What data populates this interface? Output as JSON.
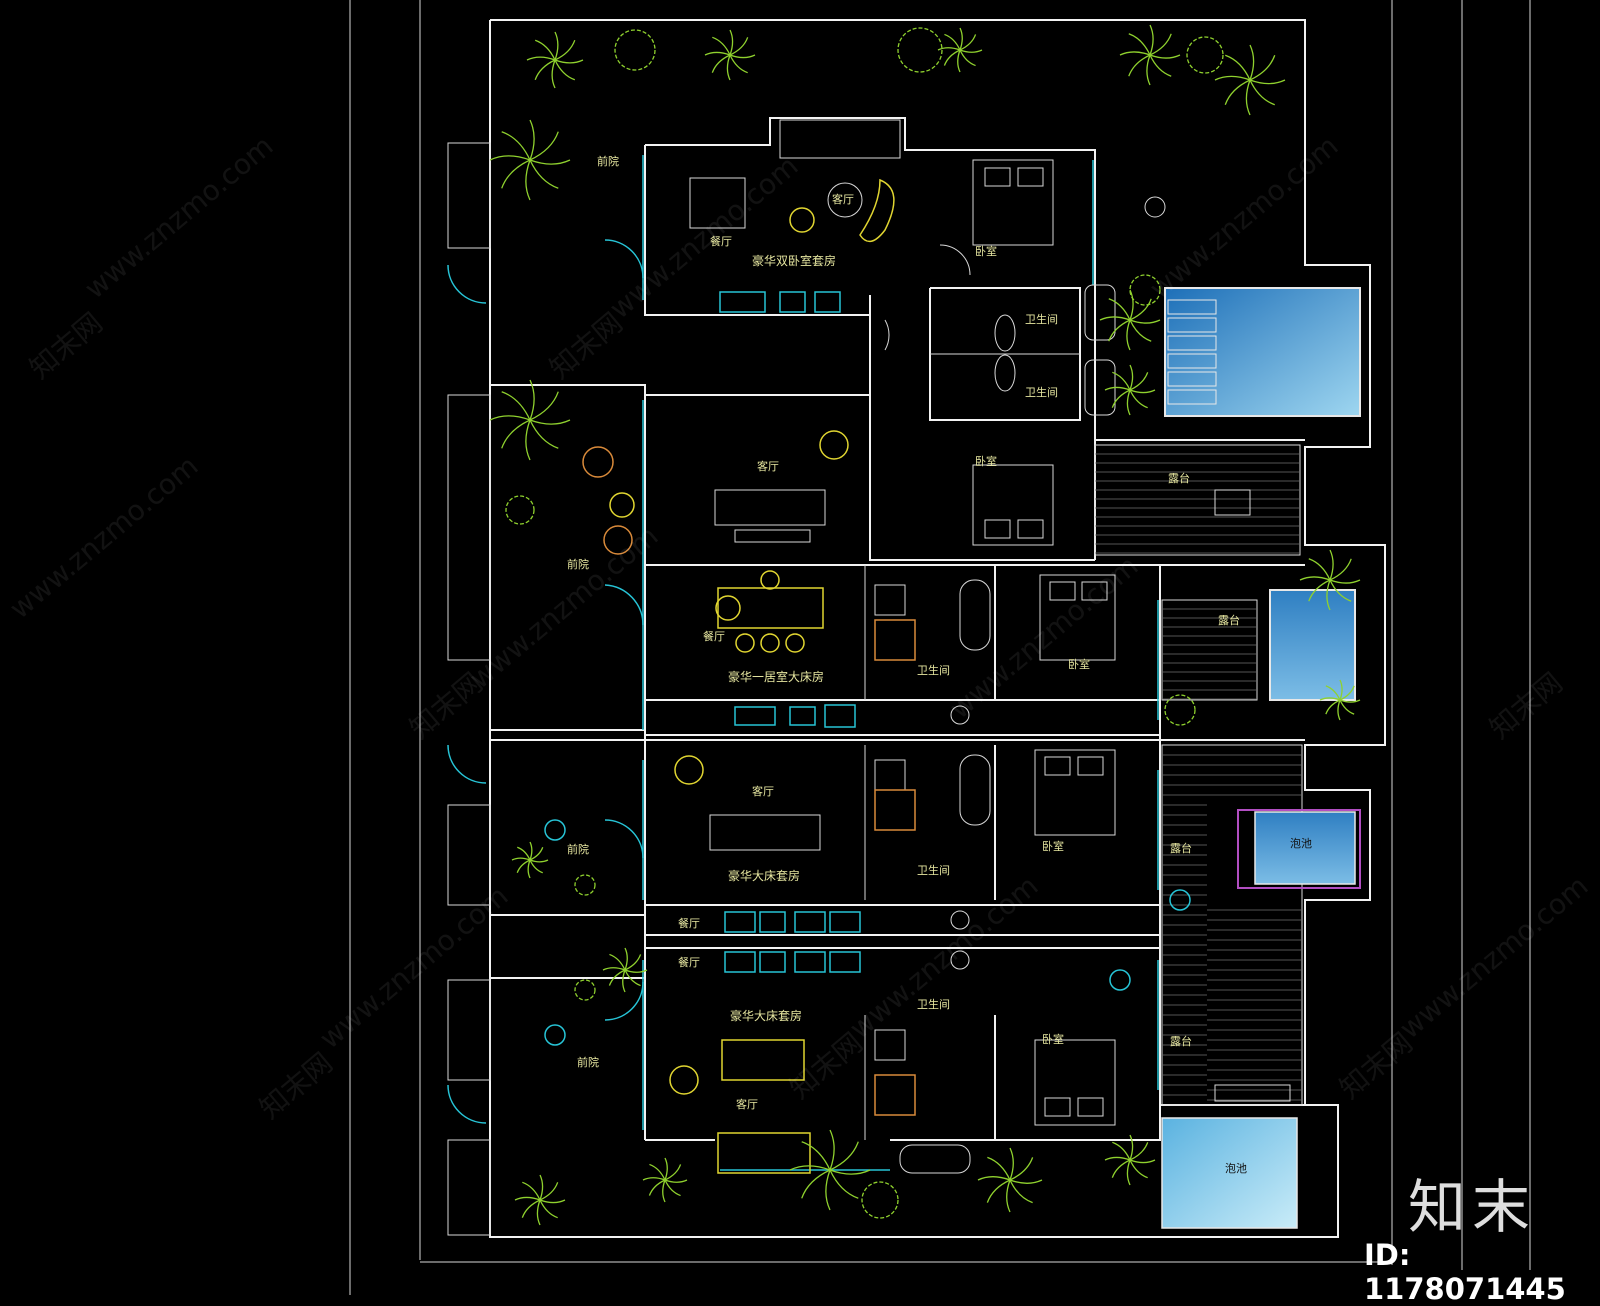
{
  "rooms": {
    "front_yard": "前院",
    "dining": "餐厅",
    "living": "客厅",
    "bedroom": "卧室",
    "bathroom": "卫生间",
    "terrace": "露台",
    "pool": "泡池"
  },
  "suites": {
    "twin_suite": "豪华双卧室套房",
    "one_bed_king": "豪华一居室大床房",
    "king_suite": "豪华大床套房"
  },
  "watermark": {
    "site": "www.znzmo.com",
    "brand_cn": "知末网",
    "logo": "知末",
    "image_id": "ID: 1178071445"
  },
  "colors": {
    "background": "#000000",
    "walls": "#f2f2f2",
    "plants": "#8fd12e",
    "fixtures": "#27c4d6",
    "furniture": "#e0d531",
    "pool_water": "#3f8fd0"
  }
}
